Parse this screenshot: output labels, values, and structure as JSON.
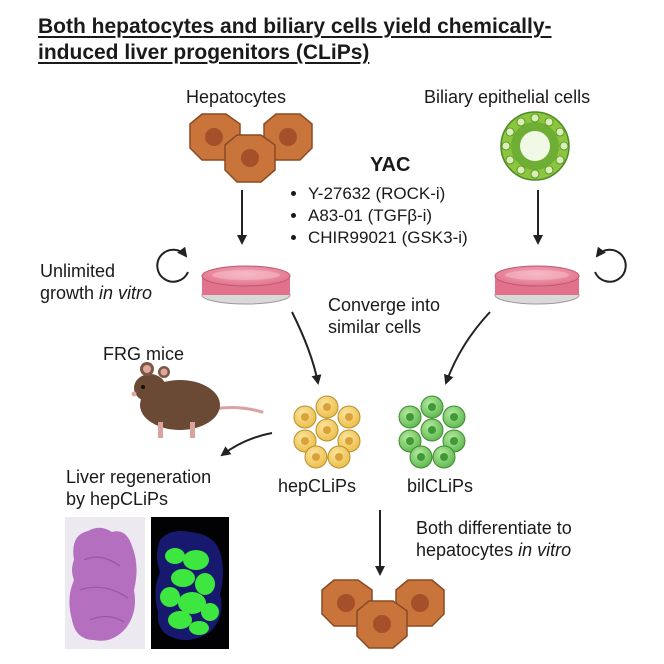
{
  "title": {
    "line1": "Both hepatocytes and biliary cells yield chemically-",
    "line2": "induced liver progenitors (CLiPs)"
  },
  "sources": {
    "hepatocytes": "Hepatocytes",
    "biliary": "Biliary epithelial cells"
  },
  "yac": {
    "title": "YAC",
    "items": [
      {
        "name": "Y-27632",
        "target": "(ROCK-i)"
      },
      {
        "name": "A83-01",
        "target": "(TGFβ-i)"
      },
      {
        "name": "CHIR99021",
        "target": "(GSK3-i)"
      }
    ]
  },
  "growth": {
    "line1": "Unlimited",
    "line2_prefix": "growth ",
    "line2_italic": "in vitro"
  },
  "converge": {
    "line1": "Converge into",
    "line2": "similar cells"
  },
  "mice": {
    "label": "FRG mice"
  },
  "regeneration": {
    "line1": "Liver regeneration",
    "line2": "by hepCLiPs"
  },
  "clips": {
    "hep": "hepCLiPs",
    "bil": "bilCLiPs"
  },
  "differentiate": {
    "line1": "Both differentiate to",
    "line2_prefix": "hepatocytes ",
    "line2_italic": "in vitro"
  },
  "colors": {
    "hepatocyte_fill": "#c8743a",
    "hepatocyte_nucleus": "#a5502a",
    "dish_medium": "#e98aa0",
    "hep_clip": "#f2c85f",
    "bil_clip": "#7dcd6a",
    "biliary_ring": "#8cc63f",
    "fluorescence": "#3ee640",
    "he_stain": "#b46fbf"
  }
}
